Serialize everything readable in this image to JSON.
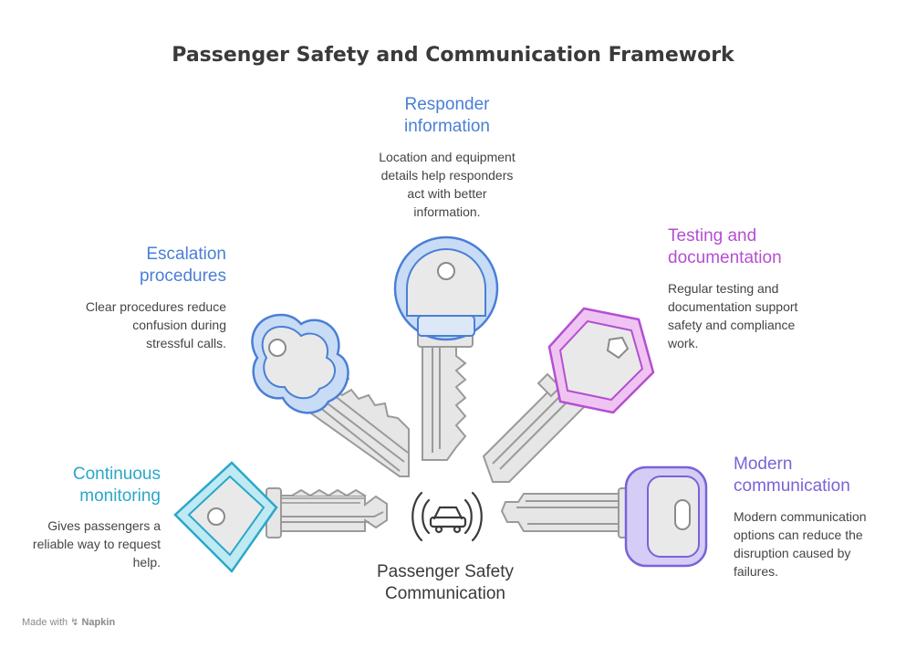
{
  "title": "Passenger Safety and Communication Framework",
  "center": {
    "label_line1": "Passenger Safety",
    "label_line2": "Communication"
  },
  "items": [
    {
      "heading_line1": "Continuous",
      "heading_line2": "monitoring",
      "desc": [
        "Gives passengers a",
        "reliable way to request",
        "help."
      ],
      "color": "#2aa7c9"
    },
    {
      "heading_line1": "Escalation",
      "heading_line2": "procedures",
      "desc": [
        "Clear procedures reduce",
        "confusion during",
        "stressful calls."
      ],
      "color": "#4a7fd6"
    },
    {
      "heading_line1": "Responder",
      "heading_line2": "information",
      "desc": [
        "Location and equipment",
        "details help responders",
        "act with better",
        "information."
      ],
      "color": "#4a7fd6"
    },
    {
      "heading_line1": "Testing and",
      "heading_line2": "documentation",
      "desc": [
        "Regular testing and",
        "documentation support",
        "safety and compliance",
        "work."
      ],
      "color": "#b44fd1"
    },
    {
      "heading_line1": "Modern",
      "heading_line2": "communication",
      "desc": [
        "Modern communication",
        "options can reduce the",
        "disruption caused by",
        "failures."
      ],
      "color": "#7b62d8"
    }
  ],
  "icons": [
    "car-icon",
    "diamond-key-icon",
    "cloud-key-icon",
    "round-key-icon",
    "hexagon-key-icon",
    "rectangle-key-icon"
  ],
  "watermark": {
    "prefix": "Made with",
    "brand": "Napkin"
  }
}
